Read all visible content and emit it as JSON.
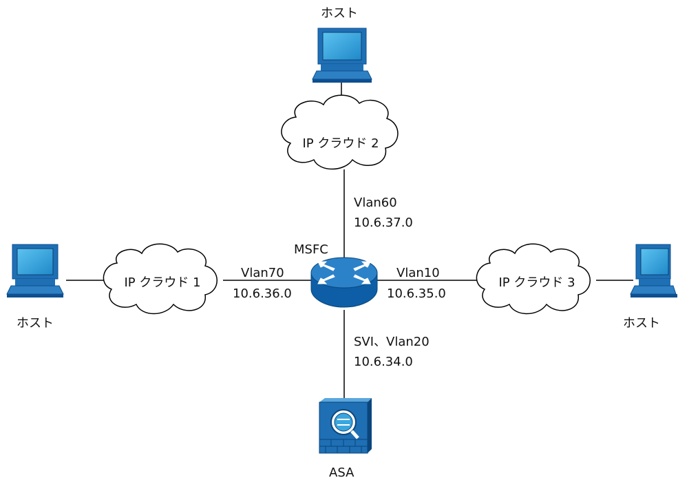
{
  "hosts": {
    "top": "ホスト",
    "left": "ホスト",
    "right": "ホスト"
  },
  "clouds": {
    "cloud1": "IP クラウド 1",
    "cloud2": "IP クラウド 2",
    "cloud3": "IP クラウド 3"
  },
  "router": {
    "label": "MSFC"
  },
  "firewall": {
    "label": "ASA"
  },
  "links": {
    "vlan60": {
      "name": "Vlan60",
      "subnet": "10.6.37.0"
    },
    "vlan70": {
      "name": "Vlan70",
      "subnet": "10.6.36.0"
    },
    "vlan10": {
      "name": "Vlan10",
      "subnet": "10.6.35.0"
    },
    "vlan20": {
      "name": "SVI、Vlan20",
      "subnet": "10.6.34.0"
    }
  },
  "colors": {
    "device_blue": "#1f6fb5",
    "device_dark": "#0d4f8f",
    "screen": "#3aa6df",
    "line": "#000000"
  }
}
